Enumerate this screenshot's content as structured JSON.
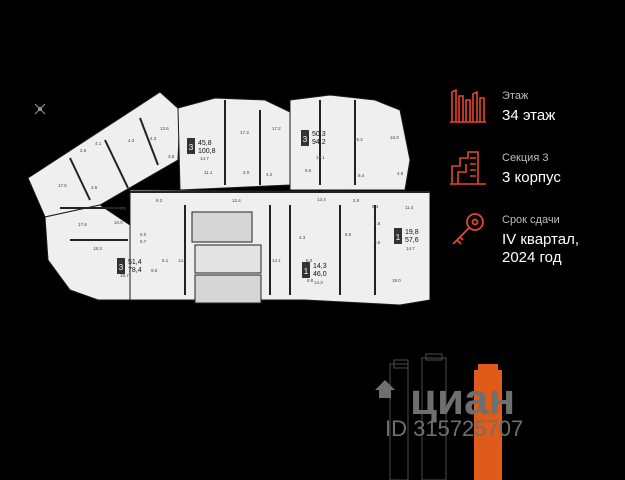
{
  "info": {
    "floor_label": "Этаж",
    "floor_value": "34 этаж",
    "section_label": "Секция 3",
    "section_value": "3 корпус",
    "deadline_label": "Срок сдачи",
    "deadline_value_1": "IV квартал,",
    "deadline_value_2": "2024 год"
  },
  "units": [
    {
      "rooms": "3",
      "area": "45,8",
      "total": "100,8"
    },
    {
      "rooms": "3",
      "area": "50,3",
      "total": "94,2"
    },
    {
      "rooms": "1",
      "area": "19,8",
      "total": "57,6"
    },
    {
      "rooms": "3",
      "area": "51,4",
      "total": "78,4"
    },
    {
      "rooms": "1",
      "area": "14,3",
      "total": "46,0"
    }
  ],
  "room_labels": [
    "13.6",
    "4.1",
    "2.6",
    "4.3",
    "4.3",
    "3.8",
    "14.7",
    "11.1",
    "17.3",
    "2.0",
    "17.2",
    "4.2",
    "19.1",
    "15.2",
    "16.0",
    "8.4",
    "4.6",
    "9.5",
    "17.5",
    "4.5",
    "3.3",
    "17.8",
    "8.3",
    "12.4",
    "13.4",
    "6.1",
    "10.0",
    "2.8",
    "5.4",
    "11.4",
    "18.3",
    "6.0",
    "5.7",
    "14.1",
    "14.1",
    "6.0",
    "4.3",
    "8.5",
    "2.8",
    "14.7",
    "3.5",
    "19.0",
    "15.7",
    "9.5",
    "8.8",
    "14.3"
  ],
  "watermark": {
    "brand": "циан",
    "id": "ID 315725707"
  },
  "colors": {
    "accent": "#e8442a",
    "background": "#000000",
    "plan_fill": "#efefef",
    "text": "#ffffff"
  },
  "icons": [
    "compass-icon",
    "building-icon",
    "section-icon",
    "key-icon"
  ]
}
